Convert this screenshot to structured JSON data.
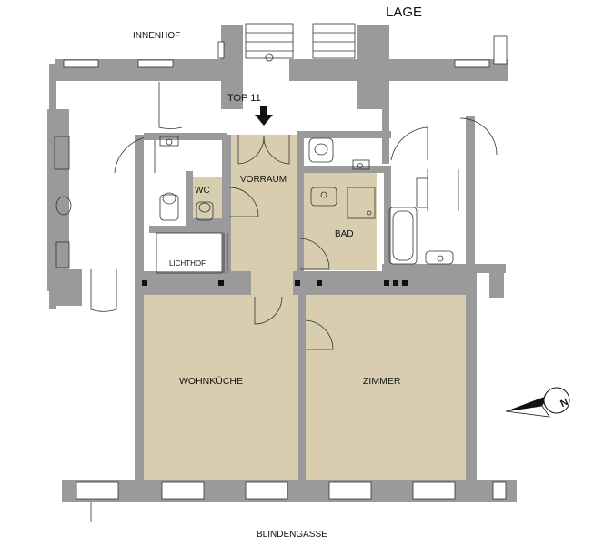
{
  "plan": {
    "title": "LAGE",
    "courtyard_label": "INNENHOF",
    "street_label": "BLINDENGASSE",
    "unit_label": "TOP 11",
    "rooms": {
      "vorraum": "VORRAUM",
      "wc": "WC",
      "bad": "BAD",
      "lichthof": "LICHTHOF",
      "wohnkueche": "WOHNKÜCHE",
      "zimmer": "ZIMMER"
    },
    "compass_label": "N",
    "colors": {
      "apartment_fill": "#d8ceaf",
      "wall": "#9a9a9a"
    }
  }
}
